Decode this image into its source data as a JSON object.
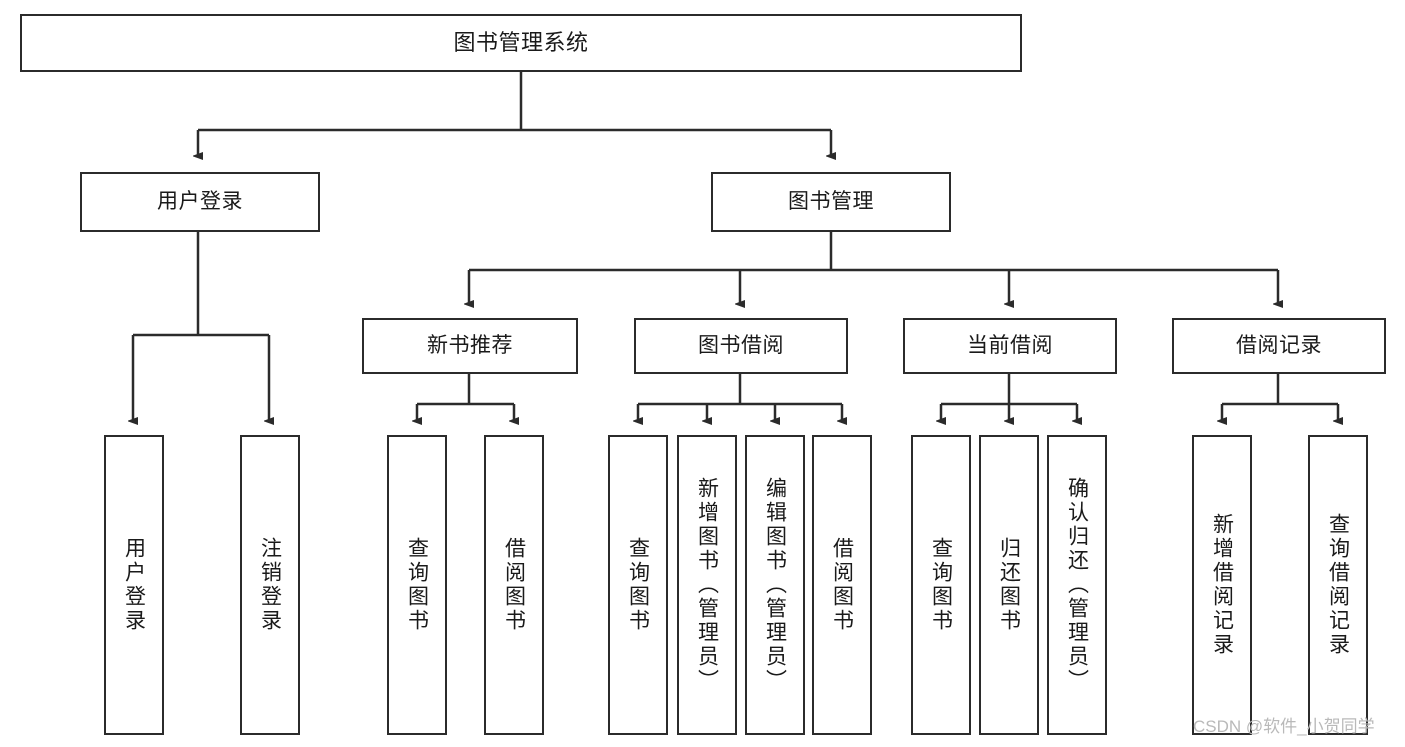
{
  "diagram": {
    "type": "tree-hierarchy",
    "title": "图书管理系统",
    "nodes": {
      "root": {
        "label": "图书管理系统"
      },
      "level2": [
        {
          "label": "用户登录"
        },
        {
          "label": "图书管理"
        }
      ],
      "level3": [
        {
          "label": "新书推荐"
        },
        {
          "label": "图书借阅"
        },
        {
          "label": "当前借阅"
        },
        {
          "label": "借阅记录"
        }
      ],
      "leaves": {
        "user_login": [
          {
            "label": "用户登录"
          },
          {
            "label": "注销登录"
          }
        ],
        "new_book_recommend": [
          {
            "label": "查询图书"
          },
          {
            "label": "借阅图书"
          }
        ],
        "book_borrow": [
          {
            "label": "查询图书"
          },
          {
            "label": "新增图书（管理员）"
          },
          {
            "label": "编辑图书（管理员）"
          },
          {
            "label": "借阅图书"
          }
        ],
        "current_borrow": [
          {
            "label": "查询图书"
          },
          {
            "label": "归还图书"
          },
          {
            "label": "确认归还（管理员）"
          }
        ],
        "borrow_record": [
          {
            "label": "新增借阅记录"
          },
          {
            "label": "查询借阅记录"
          }
        ]
      }
    },
    "colors": {
      "stroke": "#2b2b2b",
      "fill": "#ffffff",
      "text": "#1a1a1a",
      "watermark": "#b9b9b9"
    }
  },
  "watermark": {
    "text": "CSDN @软件_小贺同学"
  }
}
